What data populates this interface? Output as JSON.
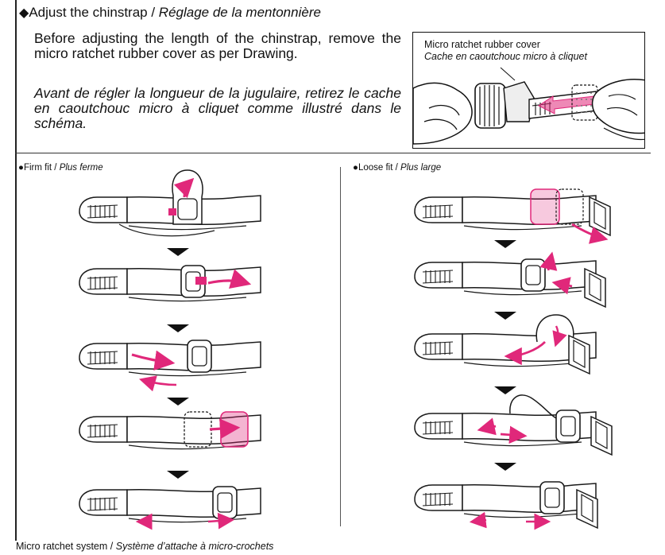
{
  "header": {
    "title_en": "Adjust the chinstrap",
    "title_sep": " / ",
    "title_fr": "Réglage de la mentonnière",
    "bullet": "◆"
  },
  "instructions": {
    "en": "Before adjusting the length of the chinstrap, remove the micro ratchet rubber cover as per Drawing.",
    "fr": "Avant de régler la longueur de la jugulaire, retirez le cache en caoutchouc micro à cliquet comme illustré dans le schéma."
  },
  "ratchet_cover": {
    "label_en": "Micro ratchet rubber cover",
    "label_fr": "Cache en caoutchouc micro à cliquet"
  },
  "columns": {
    "firm": {
      "bullet": "●",
      "label_en": "Firm fit",
      "sep": " / ",
      "label_fr": "Plus ferme"
    },
    "loose": {
      "bullet": "●",
      "label_en": "Loose fit",
      "sep": " / ",
      "label_fr": "Plus large"
    }
  },
  "footer": {
    "label_en": "Micro ratchet system",
    "sep": " / ",
    "label_fr": "Système d’attache à micro-crochets"
  },
  "colors": {
    "accent": "#e0287a",
    "ink": "#1a1a1a"
  }
}
